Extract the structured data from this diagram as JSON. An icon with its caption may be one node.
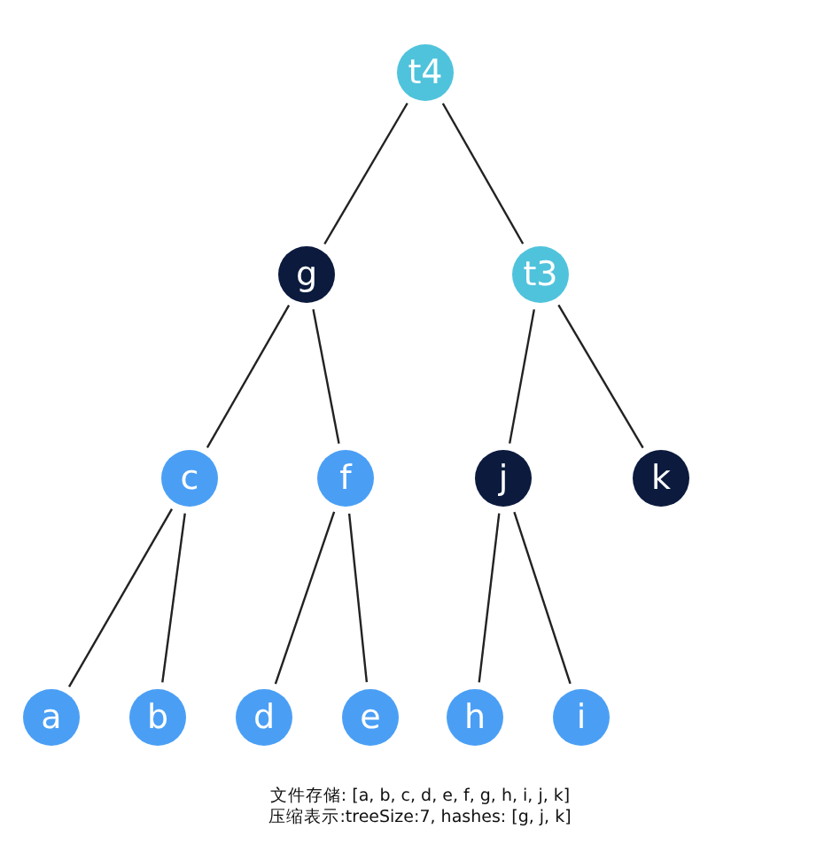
{
  "diagram": {
    "nodes": [
      {
        "text": [
          "t4"
        ]
      },
      {
        "text": [
          "g"
        ]
      },
      {
        "text": [
          "t3"
        ]
      },
      {
        "text": [
          "c"
        ]
      },
      {
        "text": [
          "f"
        ]
      },
      {
        "text": [
          "j"
        ]
      },
      {
        "text": [
          "k"
        ]
      },
      {
        "text": [
          "a"
        ]
      },
      {
        "text": [
          "b"
        ]
      },
      {
        "text": [
          "d"
        ]
      },
      {
        "text": [
          "e"
        ]
      },
      {
        "text": [
          "h"
        ]
      },
      {
        "text": [
          "i"
        ]
      }
    ],
    "edges": [
      {
        "from": 0,
        "to": 1,
        "arrow": "none"
      },
      {
        "from": 0,
        "to": 2,
        "arrow": "none"
      },
      {
        "from": 1,
        "to": 3,
        "arrow": "none"
      },
      {
        "from": 1,
        "to": 4,
        "arrow": "none"
      },
      {
        "from": 2,
        "to": 5,
        "arrow": "none"
      },
      {
        "from": 2,
        "to": 6,
        "arrow": "none"
      },
      {
        "from": 3,
        "to": 7,
        "arrow": "none"
      },
      {
        "from": 3,
        "to": 8,
        "arrow": "none"
      },
      {
        "from": 4,
        "to": 9,
        "arrow": "none"
      },
      {
        "from": 4,
        "to": 10,
        "arrow": "none"
      },
      {
        "from": 5,
        "to": 11,
        "arrow": "none"
      },
      {
        "from": 5,
        "to": 12,
        "arrow": "none"
      }
    ],
    "labels": [
      "文件存储: [a, b, c, d, e, f, g, h, i, j, k]",
      "压缩表示:treeSize:7, hashes: [g, j, k]"
    ]
  }
}
